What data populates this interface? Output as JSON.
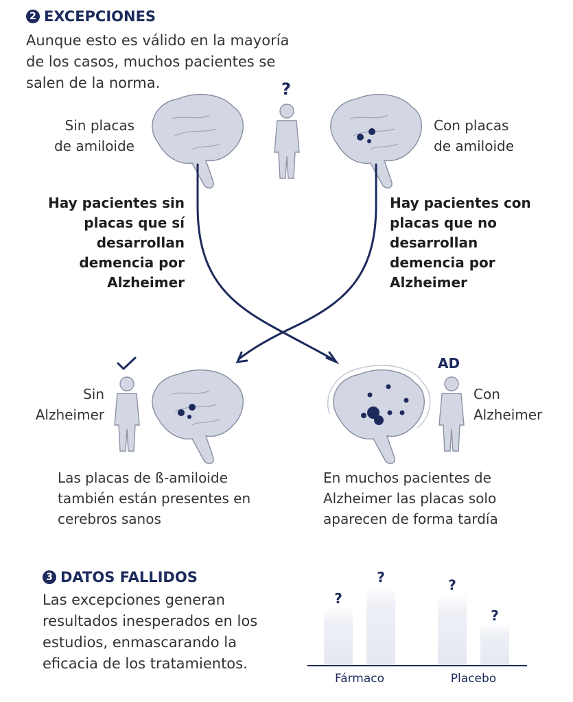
{
  "section2": {
    "number": "2",
    "title": "EXCEPCIONES",
    "intro": [
      "Aunque esto es válido en la mayoría",
      "de los casos, muchos pacientes se",
      "salen de la norma."
    ],
    "question_mark": "?",
    "left_brain_label": [
      "Sin placas",
      "de amiloide"
    ],
    "right_brain_label": [
      "Con placas",
      "de amiloide"
    ],
    "left_statement": [
      "Hay pacientes sin",
      "placas que sí",
      "desarrollan",
      "demencia por",
      "Alzheimer"
    ],
    "right_statement": [
      "Hay pacientes con",
      "placas que no",
      "desarrollan",
      "demencia por",
      "Alzheimer"
    ],
    "outcome_left_label": [
      "Sin",
      "Alzheimer"
    ],
    "outcome_right_badge": "AD",
    "outcome_right_label": [
      "Con",
      "Alzheimer"
    ],
    "outcome_left_desc": [
      "Las placas de ß-amiloide",
      "también están presentes en",
      "cerebros sanos"
    ],
    "outcome_right_desc": [
      "En muchos pacientes de",
      "Alzheimer las placas solo",
      "aparecen de forma tardía"
    ],
    "colors": {
      "accent": "#1d2a5c",
      "brain": "#d3d6e3",
      "brain_outline": "#8d92a6"
    }
  },
  "section3": {
    "number": "3",
    "title": "DATOS FALLIDOS",
    "intro": [
      "Las excepciones generan",
      "resultados inesperados en los",
      "estudios, enmascarando la",
      "eficacia de los tratamientos."
    ],
    "chart_data": {
      "type": "bar",
      "categories": [
        "Fármaco",
        "Placebo"
      ],
      "bars": [
        {
          "group": "Fármaco",
          "label": "?",
          "relative_height": 0.6
        },
        {
          "group": "Fármaco",
          "label": "?",
          "relative_height": 0.82
        },
        {
          "group": "Placebo",
          "label": "?",
          "relative_height": 0.74
        },
        {
          "group": "Placebo",
          "label": "?",
          "relative_height": 0.42
        }
      ]
    }
  }
}
